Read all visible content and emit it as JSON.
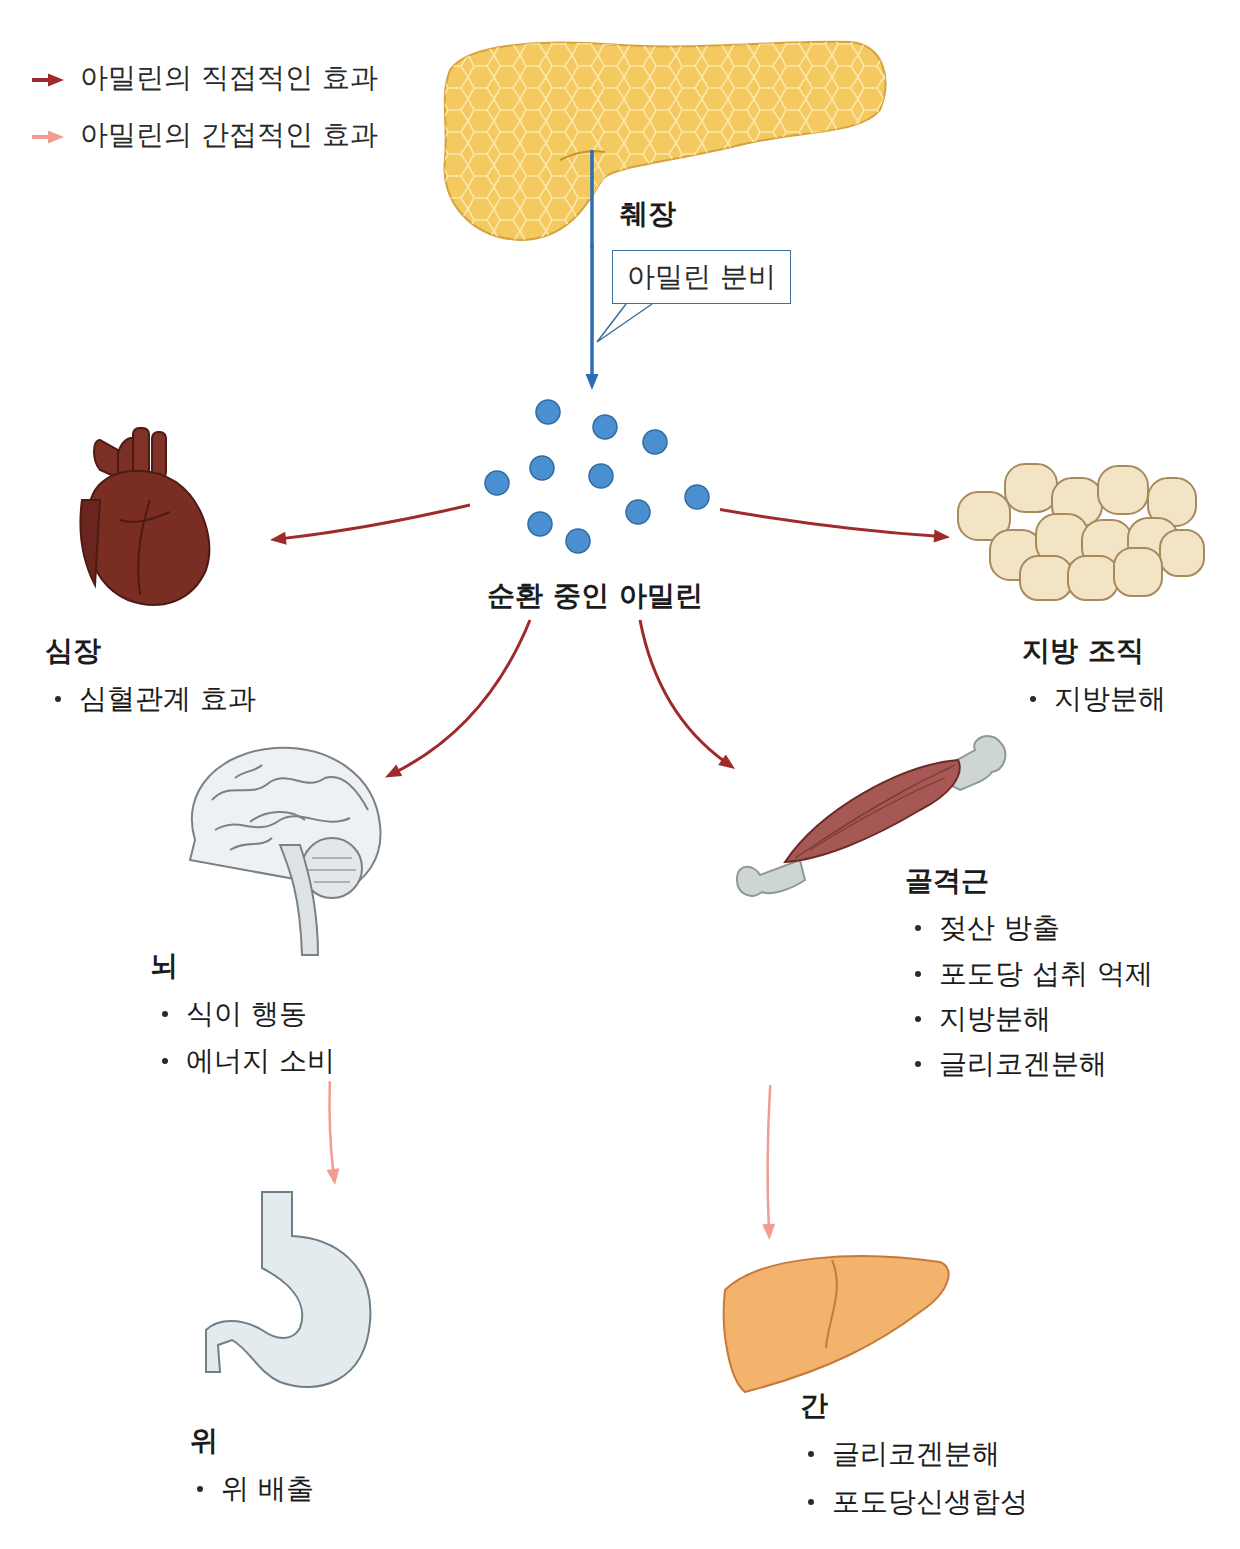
{
  "diagram": {
    "nodes": [
      {
        "text": [
          "췌장"
        ]
      },
      {
        "text": [
          "순환 중인 아밀린"
        ]
      },
      {
        "text": [
          "심장",
          "심혈관계 효과"
        ]
      },
      {
        "text": [
          "지방 조직",
          "지방분해"
        ]
      },
      {
        "text": [
          "뇌",
          "식이 행동",
          "에너지 소비"
        ]
      },
      {
        "text": [
          "골격근",
          "젖산 방출",
          "포도당 섭취 억제",
          "지방분해",
          "글리코겐분해"
        ]
      },
      {
        "text": [
          "위",
          "위 배출"
        ]
      },
      {
        "text": [
          "간",
          "글리코겐분해",
          "포도당신생합성"
        ]
      }
    ],
    "edges": [
      {
        "from": 0,
        "to": 1,
        "arrow": "to",
        "label": "아밀린 분비"
      },
      {
        "from": 1,
        "to": 2,
        "arrow": "to"
      },
      {
        "from": 1,
        "to": 3,
        "arrow": "to"
      },
      {
        "from": 1,
        "to": 4,
        "arrow": "to"
      },
      {
        "from": 1,
        "to": 5,
        "arrow": "to"
      },
      {
        "from": 4,
        "to": 6,
        "arrow": "to"
      },
      {
        "from": 5,
        "to": 7,
        "arrow": "to"
      }
    ],
    "legend": [
      {
        "text": "아밀린의 직접적인 효과",
        "color": "#9e2a2b"
      },
      {
        "text": "아밀린의 간접적인 효과",
        "color": "#f29b92"
      }
    ]
  }
}
